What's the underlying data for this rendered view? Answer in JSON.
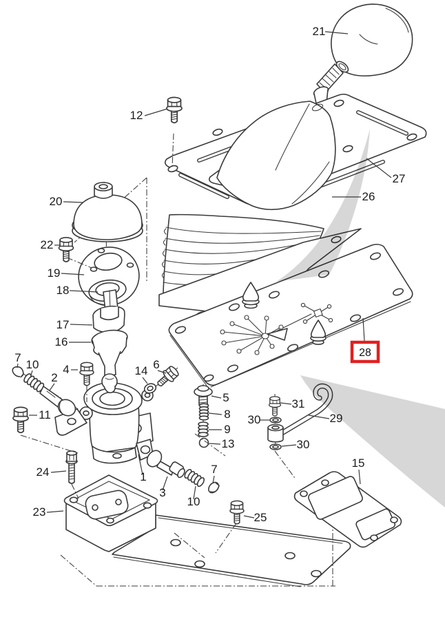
{
  "diagram": {
    "type": "exploded-parts-diagram",
    "colors": {
      "line": "#3a3a3a",
      "shade": "#d6d6d6",
      "highlight": "#e02020",
      "background": "#ffffff"
    },
    "highlighted_callout": "28"
  },
  "callouts": [
    {
      "number": "21"
    },
    {
      "number": "12"
    },
    {
      "number": "27"
    },
    {
      "number": "26"
    },
    {
      "number": "20"
    },
    {
      "number": "22"
    },
    {
      "number": "19"
    },
    {
      "number": "18"
    },
    {
      "number": "17"
    },
    {
      "number": "16"
    },
    {
      "number": "7"
    },
    {
      "number": "10"
    },
    {
      "number": "4"
    },
    {
      "number": "2"
    },
    {
      "number": "14"
    },
    {
      "number": "6"
    },
    {
      "number": "11"
    },
    {
      "number": "5"
    },
    {
      "number": "8"
    },
    {
      "number": "9"
    },
    {
      "number": "13"
    },
    {
      "number": "31"
    },
    {
      "number": "30"
    },
    {
      "number": "30"
    },
    {
      "number": "29"
    },
    {
      "number": "28",
      "highlighted": true
    },
    {
      "number": "24"
    },
    {
      "number": "1"
    },
    {
      "number": "3"
    },
    {
      "number": "10"
    },
    {
      "number": "7"
    },
    {
      "number": "23"
    },
    {
      "number": "25"
    },
    {
      "number": "15"
    }
  ]
}
